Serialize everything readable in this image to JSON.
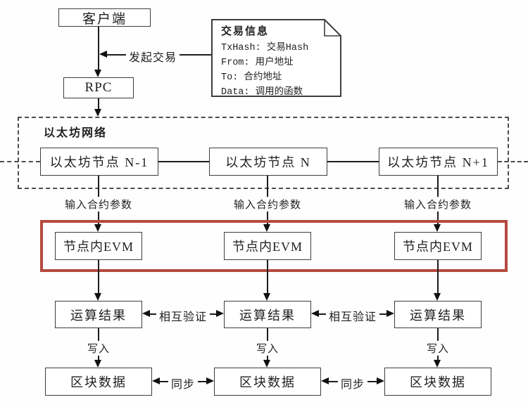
{
  "flow": {
    "client": "客户端",
    "rpc": "RPC",
    "initiate": "发起交易",
    "note": {
      "title": "交易信息",
      "line1": "TxHash: 交易Hash",
      "line2": "From: 用户地址",
      "line3": "To: 合约地址",
      "line4": "Data: 调用的函数"
    },
    "network": "以太坊网络",
    "node1": "以太坊节点 N-1",
    "node2": "以太坊节点 N",
    "node3": "以太坊节点 N+1",
    "input_params": "输入合约参数",
    "evm": "节点内EVM",
    "result": "运算结果",
    "verify": "相互验证",
    "write": "写入",
    "block": "区块数据",
    "sync": "同步"
  },
  "colors": {
    "highlight_red": "#b5493f",
    "line": "#1c1c1c",
    "box_border": "#3d3d3d",
    "background": "#fefefe"
  }
}
